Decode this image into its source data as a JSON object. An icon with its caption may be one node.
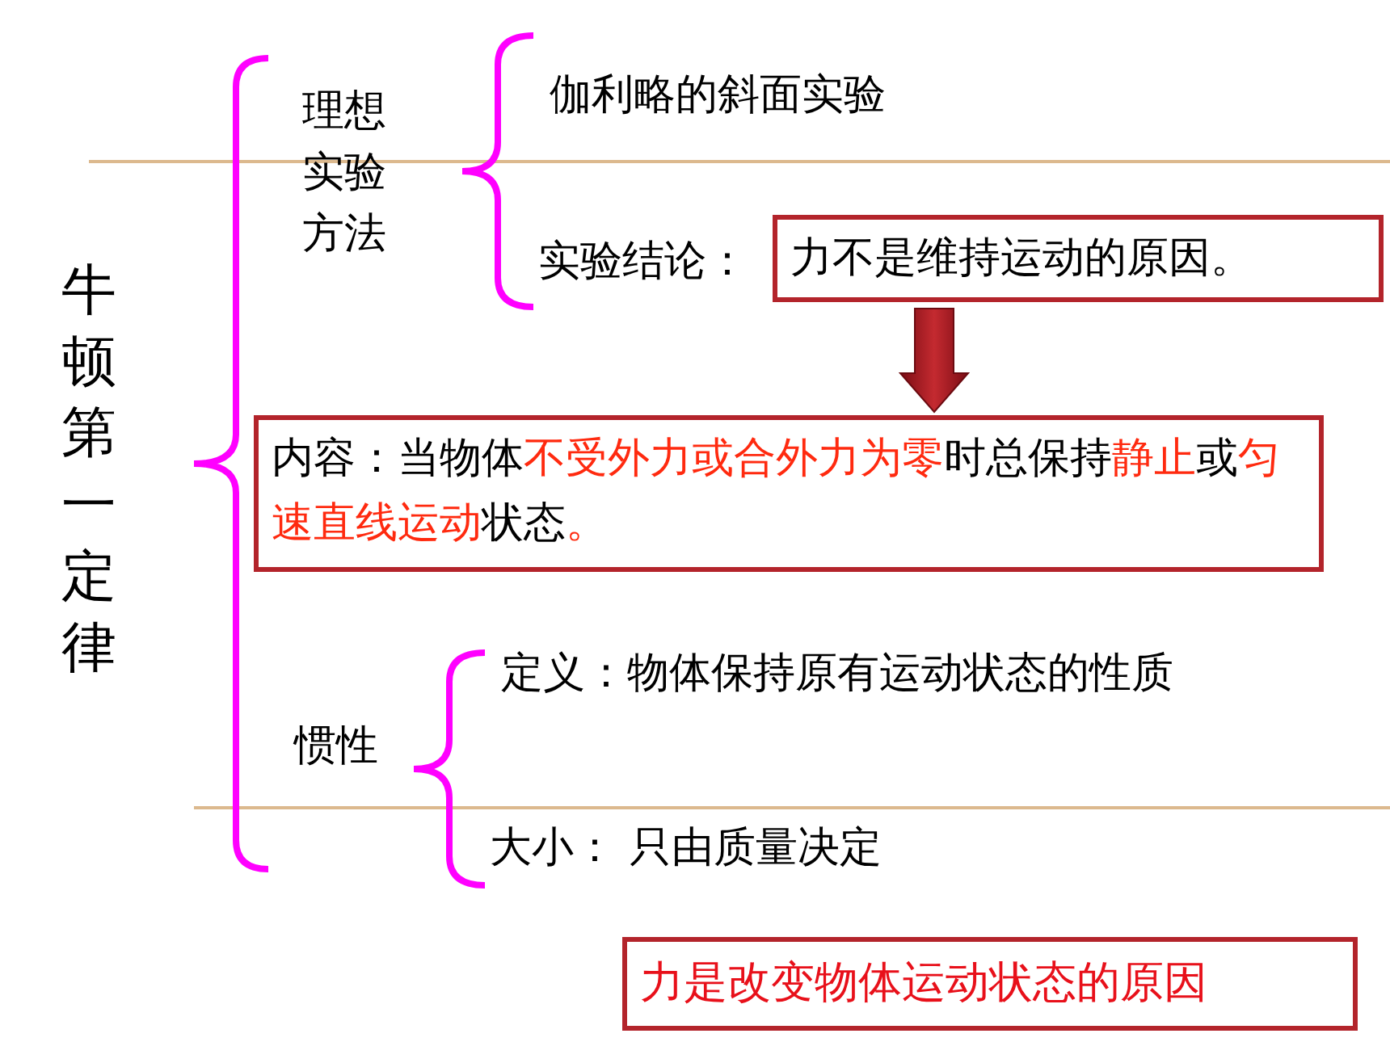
{
  "diagram": {
    "nodes": [
      {
        "text": [
          "牛顿第一定律"
        ]
      },
      {
        "text": [
          "理想实验方法"
        ]
      },
      {
        "text": [
          "伽利略的斜面实验"
        ]
      },
      {
        "text": [
          "实验结论："
        ]
      },
      {
        "text": [
          "力不是维持运动的原因。"
        ]
      },
      {
        "text": [
          "内容：当物体**不受外力或合外力为零**时总保持**静止**或**匀速直线运动**状态**。**"
        ]
      },
      {
        "text": [
          "惯性"
        ]
      },
      {
        "text": [
          "定义：物体保持原有运动状态的性质"
        ]
      },
      {
        "text": [
          "大小： 只由质量决定"
        ]
      },
      {
        "text": [
          "力是改变物体运动状态的原因"
        ]
      }
    ],
    "edges": [
      {
        "from": 4,
        "to": 5,
        "arrow": "to"
      }
    ]
  }
}
